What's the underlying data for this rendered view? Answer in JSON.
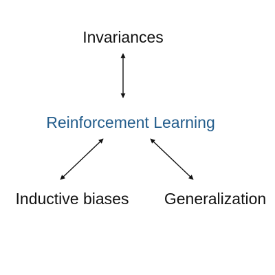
{
  "diagram": {
    "nodes": {
      "top": {
        "label": "Invariances"
      },
      "center": {
        "label": "Reinforcement Learning"
      },
      "bottom_left": {
        "label": "Inductive biases"
      },
      "bottom_right": {
        "label": "Generalization"
      }
    },
    "edges": [
      {
        "from": "center",
        "to": "top",
        "direction": "bidirectional"
      },
      {
        "from": "center",
        "to": "bottom_left",
        "direction": "bidirectional"
      },
      {
        "from": "center",
        "to": "bottom_right",
        "direction": "bidirectional"
      }
    ],
    "colors": {
      "center_text": "#235d8c",
      "text": "#111111",
      "arrow": "#111111",
      "background": "#ffffff"
    }
  }
}
